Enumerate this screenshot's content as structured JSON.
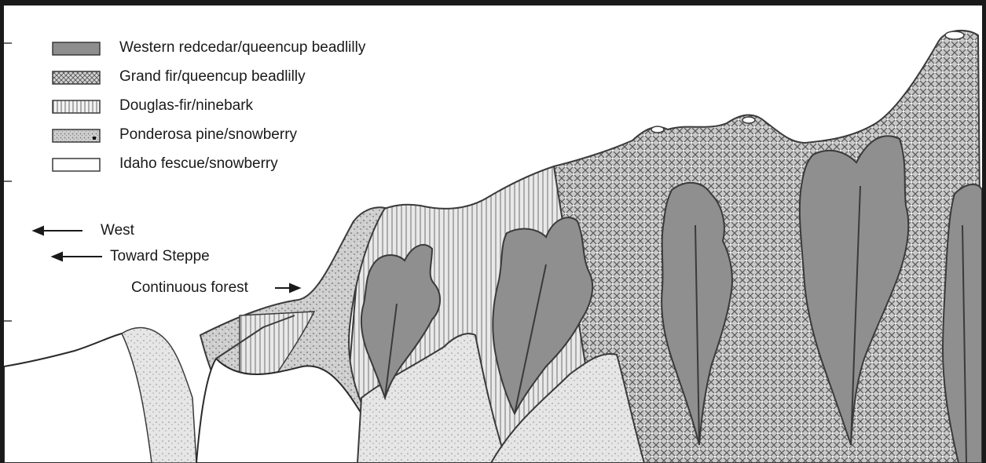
{
  "legend": {
    "items": [
      {
        "label": "Western redcedar/queencup beadlilly",
        "pattern": "redcedar"
      },
      {
        "label": "Grand fir/queencup beadlilly",
        "pattern": "grandfir"
      },
      {
        "label": "Douglas-fir/ninebark",
        "pattern": "douglasfir"
      },
      {
        "label": "Ponderosa pine/snowberry",
        "pattern": "ponderosa"
      },
      {
        "label": "Idaho fescue/snowberry",
        "pattern": "fescue"
      }
    ]
  },
  "directions": {
    "west": "West",
    "toward_steppe": "Toward Steppe",
    "continuous_forest": "Continuous forest"
  },
  "colors": {
    "redcedar": "#8e8e8e",
    "grandfir": "#b9b9b9",
    "douglasfir": "#d2d2d2",
    "ponderosa": "#c2c2c2",
    "fescue": "#ffffff",
    "outline": "#3a3a3a",
    "border": "#1a1a1a"
  }
}
